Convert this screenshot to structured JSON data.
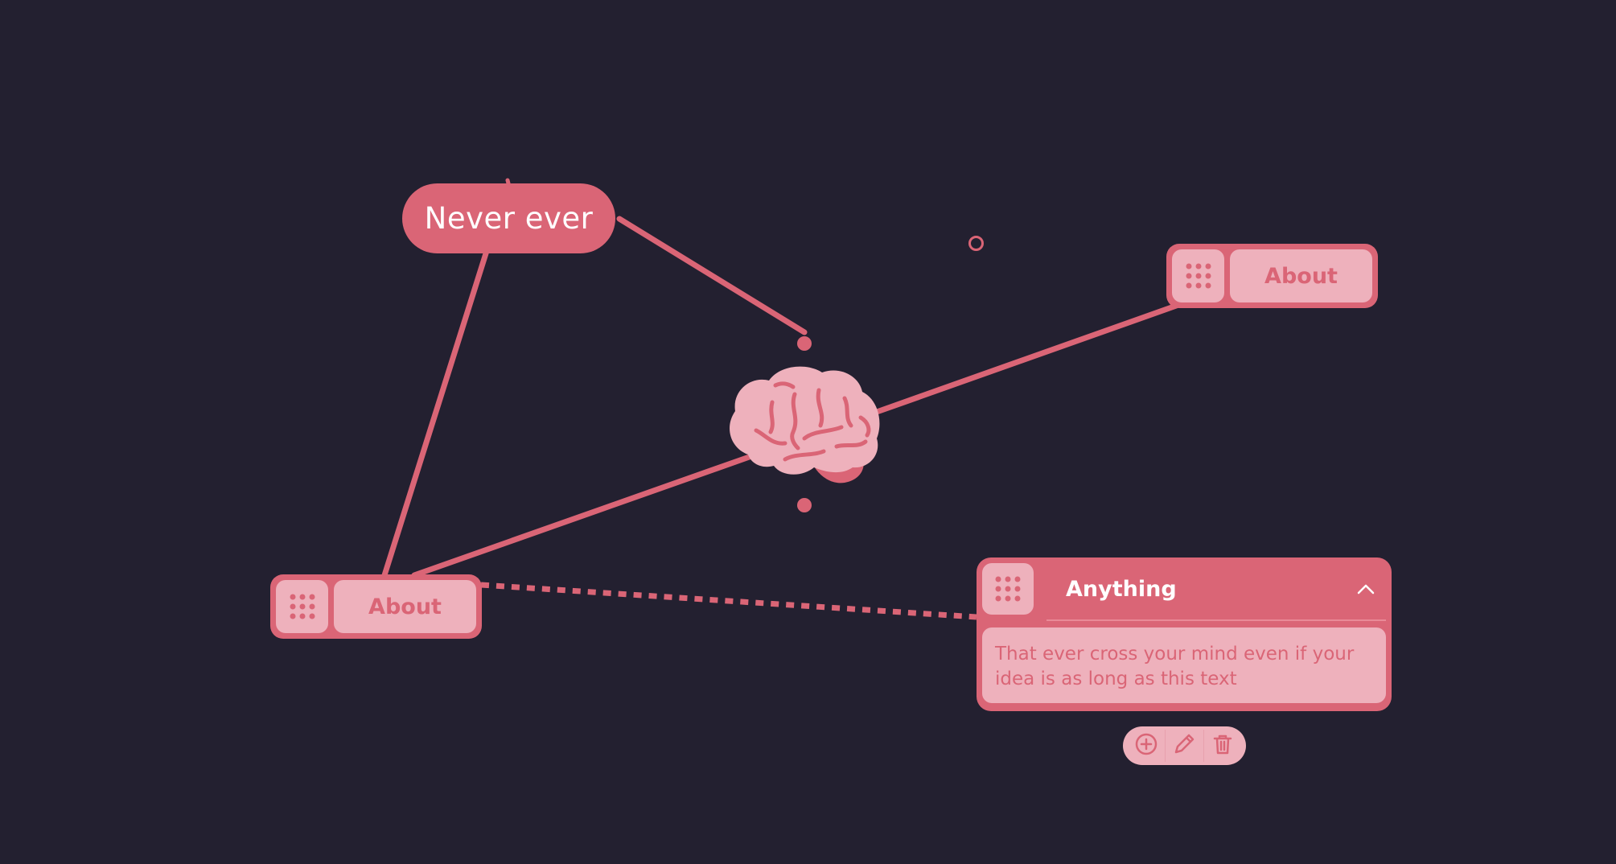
{
  "colors": {
    "background": "#232030",
    "accent": "#da6576",
    "accent_light": "#eeb1bc",
    "text_light": "#ffffff"
  },
  "nodes": {
    "title_pill": {
      "label": "Never ever"
    },
    "about_right": {
      "label": "About",
      "grip_icon": "drag-grip-icon"
    },
    "about_left": {
      "label": "About",
      "grip_icon": "drag-grip-icon"
    },
    "detail_card": {
      "title": "Anything",
      "body": "That ever cross your mind even if your idea is as long as this text",
      "grip_icon": "drag-grip-icon",
      "collapse_icon": "chevron-up-icon"
    },
    "center": {
      "icon": "brain-icon"
    }
  },
  "toolbar": {
    "actions": [
      {
        "name": "add",
        "icon": "plus-circle-icon"
      },
      {
        "name": "edit",
        "icon": "pencil-icon"
      },
      {
        "name": "delete",
        "icon": "trash-icon"
      }
    ]
  }
}
